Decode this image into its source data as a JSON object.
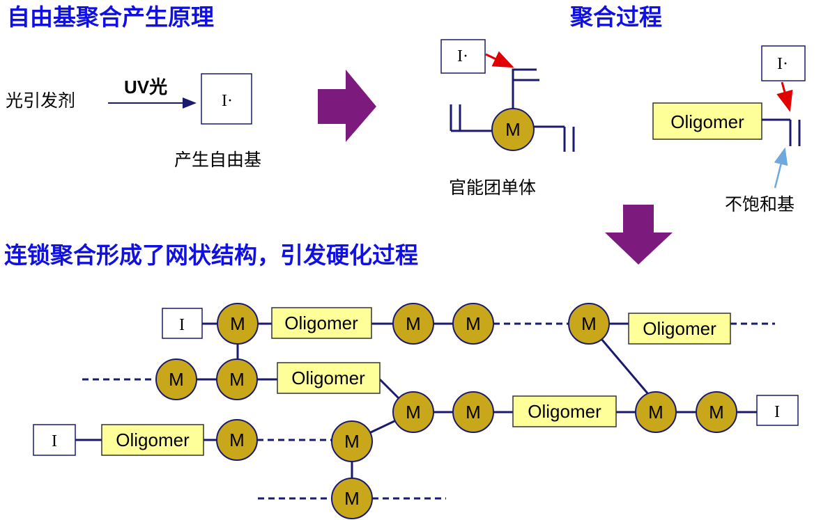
{
  "headings": {
    "principle": "自由基聚合产生原理",
    "process": "聚合过程",
    "network": "连锁聚合形成了网状结构，引发硬化过程"
  },
  "initiation": {
    "photoinitiator": "光引发剂",
    "uv_label": "UV光",
    "radical": "I·",
    "radical_caption": "产生自由基"
  },
  "polymerization": {
    "radical": "I·",
    "monomer": "M",
    "monomer_caption": "官能团单体",
    "oligomer": "Oligomer",
    "unsaturated_caption": "不饱和基"
  },
  "network": {
    "initiator": "I",
    "monomer": "M",
    "oligomer": "Oligomer"
  },
  "colors": {
    "heading": "#1010e0",
    "arrow_fill": "#7d1a7d",
    "monomer_fill": "#c8a81a",
    "oligomer_fill": "#ffff99",
    "red_arrow": "#e00000",
    "blue_arrow": "#6fa8dc",
    "line": "#1a1a6e"
  }
}
